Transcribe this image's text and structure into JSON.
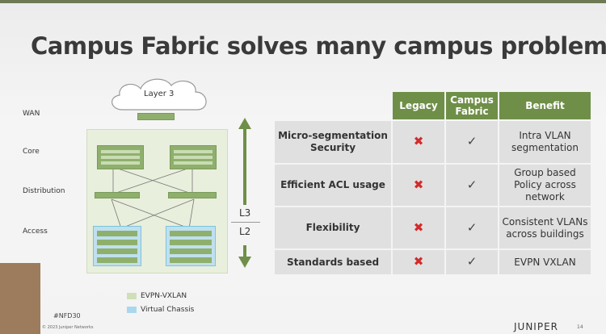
{
  "slide": {
    "title": "Campus Fabric solves many campus problems",
    "diagram": {
      "cloud_label": "Layer 3",
      "tiers": [
        "WAN",
        "Core",
        "Distribution",
        "Access"
      ],
      "l3_label": "L3",
      "l2_label": "L2"
    },
    "legend": [
      {
        "label": "EVPN-VXLAN",
        "color": "#cfe0b8"
      },
      {
        "label": "Virtual Chassis",
        "color": "#a9d8ee"
      }
    ],
    "table": {
      "headers": [
        "",
        "Legacy",
        "Campus Fabric",
        "Benefit"
      ],
      "rows": [
        {
          "feature": "Micro-segmentation Security",
          "legacy": "✖",
          "fabric": "✓",
          "benefit": "Intra VLAN segmentation"
        },
        {
          "feature": "Efficient ACL usage",
          "legacy": "✖",
          "fabric": "✓",
          "benefit": "Group based Policy across network"
        },
        {
          "feature": "Flexibility",
          "legacy": "✖",
          "fabric": "✓",
          "benefit": "Consistent VLANs across buildings"
        },
        {
          "feature": "Standards based",
          "legacy": "✖",
          "fabric": "✓",
          "benefit": "EVPN VXLAN"
        }
      ]
    },
    "footer": {
      "tag": "#NFD30",
      "copyright": "© 2023 Juniper Networks",
      "logo": "JUNIPER",
      "page": "14"
    }
  },
  "colors": {
    "accent": "#6f8f48",
    "cross": "#d42a2a"
  }
}
